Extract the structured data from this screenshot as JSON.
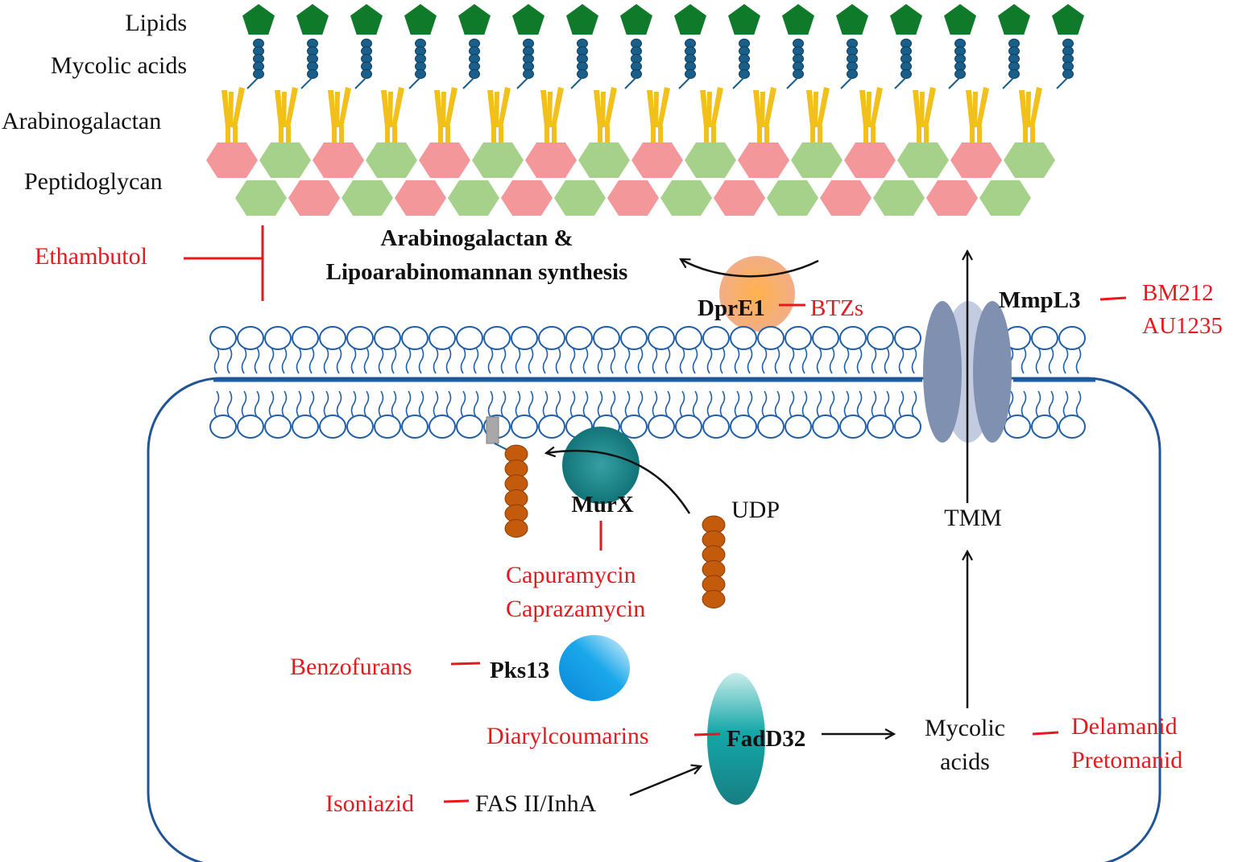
{
  "layers": {
    "lipids": "Lipids",
    "mycolic_acids": "Mycolic acids",
    "arabinogalactan": "Arabinogalactan",
    "peptidoglycan": "Peptidoglycan"
  },
  "pathways": {
    "ag_lam_line1": "Arabinogalactan &",
    "ag_lam_line2": "Lipoarabinomannan synthesis"
  },
  "enzymes": {
    "dpre1": "DprE1",
    "mmpl3": "MmpL3",
    "murx": "MurX",
    "pks13": "Pks13",
    "fadd32": "FadD32"
  },
  "metabolites": {
    "udp": "UDP",
    "tmm": "TMM",
    "mycolic_line1": "Mycolic",
    "mycolic_line2": "acids",
    "fas": "FAS II/InhA"
  },
  "drugs": {
    "ethambutol": "Ethambutol",
    "btzs": "BTZs",
    "bm212": "BM212",
    "au1235": "AU1235",
    "capuramycin": "Capuramycin",
    "caprazamycin": "Caprazamycin",
    "benzofurans": "Benzofurans",
    "diarylcoumarins": "Diarylcoumarins",
    "isoniazid": "Isoniazid",
    "delamanid": "Delamanid",
    "pretomanid": "Pretomanid"
  },
  "colors": {
    "drug": "#e8181e",
    "lipid_head": "#0e7a2a",
    "mycolic_bead": "#1a5e8a",
    "arabinogalactan": "#f2c01a",
    "pg_pink": "#f4979a",
    "pg_green": "#a6d18a",
    "membrane": "#1f5fa8",
    "cell_outline": "#1f5496",
    "murx": "#137c80",
    "dpre1": "#f5a87a",
    "pks13": "#1ba0e0",
    "fadd32": "#19999a",
    "mmpl3": "#8090b0",
    "chain": "#c45a0c"
  }
}
